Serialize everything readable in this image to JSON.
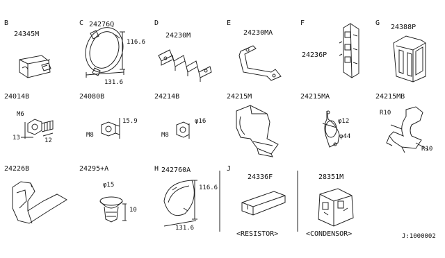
{
  "sections": [
    {
      "letter": "B",
      "part": "24345M"
    },
    {
      "letter": "C",
      "part": "24276Q",
      "dims": [
        "116.6",
        "131.6"
      ]
    },
    {
      "letter": "D",
      "part": "24230M"
    },
    {
      "letter": "E",
      "part": "24230MA"
    },
    {
      "letter": "F",
      "part": "24236P"
    },
    {
      "letter": "G",
      "part": "24388P"
    },
    {
      "letter": "H",
      "part": "242760A",
      "dims": [
        "116.6",
        "131.6"
      ]
    },
    {
      "letter": "J",
      "part": "24336F",
      "caption": "<RESISTOR>"
    },
    {
      "part": "28351M",
      "caption": "<CONDENSOR>"
    }
  ],
  "parts_row2": [
    {
      "part": "24014B",
      "dims": [
        "M6",
        "13",
        "12"
      ]
    },
    {
      "part": "24080B",
      "dims": [
        "15.9",
        "M8"
      ]
    },
    {
      "part": "24214B",
      "dims": [
        "φ16",
        "M8"
      ]
    },
    {
      "part": "24215M"
    },
    {
      "part": "24215MA",
      "dims": [
        "φ12",
        "φ44"
      ]
    },
    {
      "part": "24215MB",
      "dims": [
        "R10",
        "R10"
      ]
    }
  ],
  "parts_row3": [
    {
      "part": "24226B"
    },
    {
      "part": "24295+A",
      "dims": [
        "φ15",
        "10"
      ]
    }
  ],
  "diagram_code": "J:1000002"
}
